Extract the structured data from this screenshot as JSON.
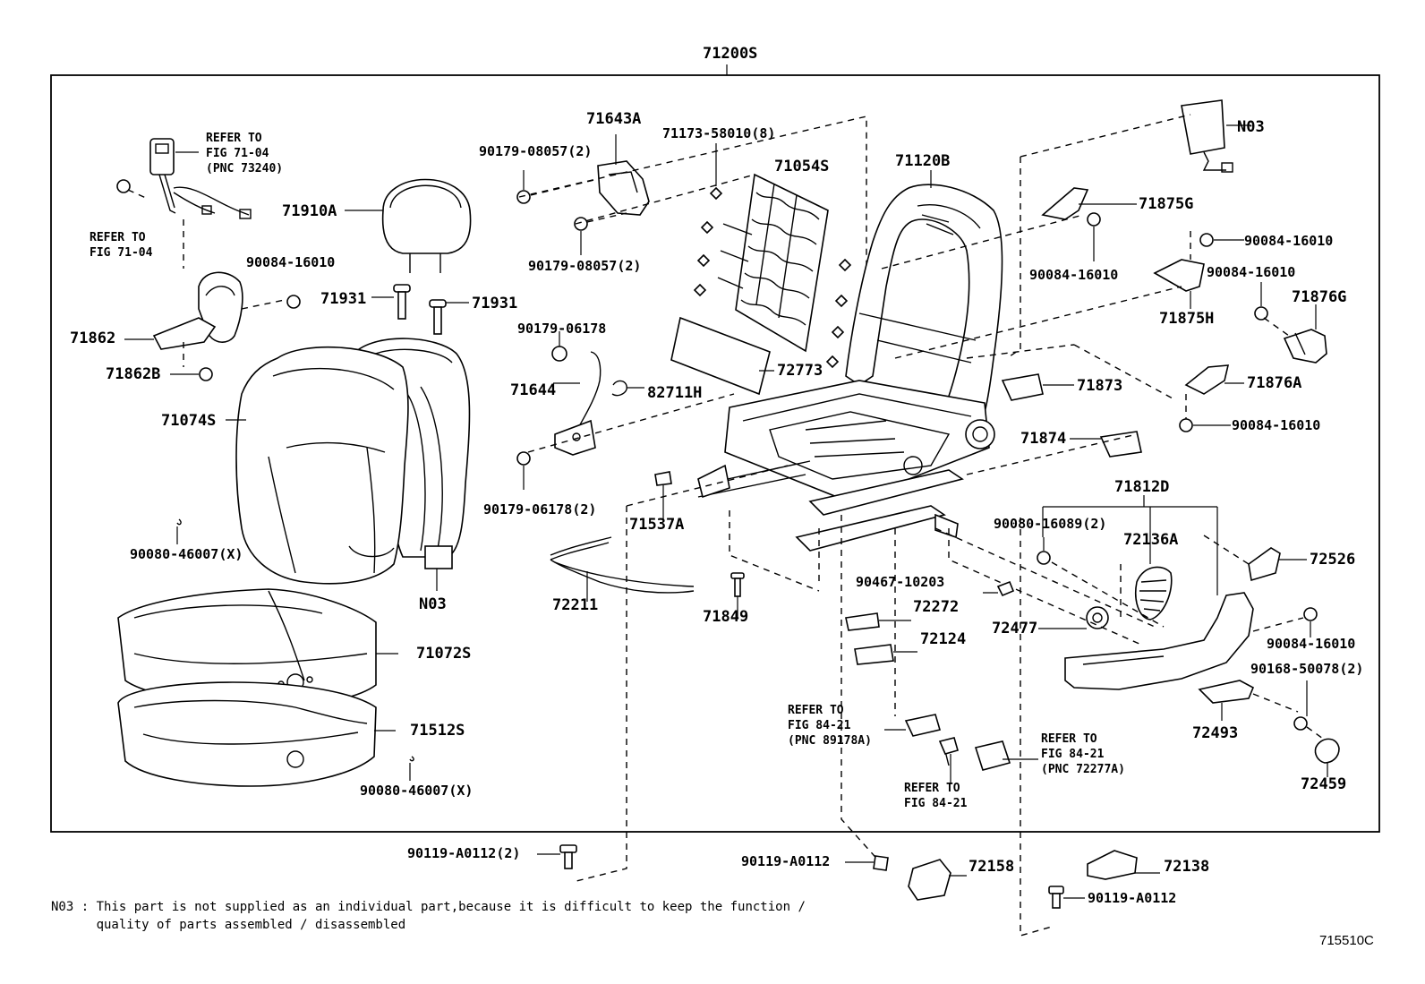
{
  "assembly_label": "71200S",
  "parts": {
    "p71643A": "71643A",
    "p90179_08057_2a": "90179-08057(2)",
    "p90179_08057_2b": "90179-08057(2)",
    "p71173": "71173-58010(8)",
    "p71054S": "71054S",
    "p71120B": "71120B",
    "pN03_top": "N03",
    "p71875G": "71875G",
    "p90084_a": "90084-16010",
    "p90084_b": "90084-16010",
    "p90084_c": "90084-16010",
    "p90084_d": "90084-16010",
    "p90084_e": "90084-16010",
    "p90084_f": "90084-16010",
    "p71876G": "71876G",
    "p71875H": "71875H",
    "p71876A": "71876A",
    "p71873": "71873",
    "p71874": "71874",
    "p71812D": "71812D",
    "p72136A": "72136A",
    "p90080_16089": "90080-16089(2)",
    "p72526": "72526",
    "p72477": "72477",
    "p90168": "90168-50078(2)",
    "p72493": "72493",
    "p72459": "72459",
    "p71910A": "71910A",
    "p71931a": "71931",
    "p71931b": "71931",
    "p71862": "71862",
    "p71862B": "71862B",
    "p71074S": "71074S",
    "p90080_46007a": "90080-46007(X)",
    "p90080_46007b": "90080-46007(X)",
    "pN03_low": "N03",
    "p71072S": "71072S",
    "p71512S": "71512S",
    "p90179_06178": "90179-06178",
    "p71644": "71644",
    "p82711H": "82711H",
    "p90179_06178_2": "90179-06178(2)",
    "p71537A": "71537A",
    "p72773": "72773",
    "p72211": "72211",
    "p71849": "71849",
    "p90467": "90467-10203",
    "p72272": "72272",
    "p72124": "72124",
    "p90119_A0112_2": "90119-A0112(2)",
    "p90119_A0112_a": "90119-A0112",
    "p90119_A0112_b": "90119-A0112",
    "p72158": "72158",
    "p72138": "72138"
  },
  "refs": {
    "r_belt": "REFER TO\nFIG 71-04\n(PNC 73240)",
    "r_belt2": "REFER TO\nFIG 71-04",
    "r_8421a": "REFER TO\nFIG 84-21\n(PNC 89178A)",
    "r_8421b": "REFER TO\nFIG 84-21",
    "r_8421c": "REFER TO\nFIG 84-21\n(PNC 72277A)"
  },
  "note": "N03 : This part is not supplied as an individual part,because it is difficult to keep the function /\n      quality of parts assembled / disassembled",
  "diagram_code": "715510C"
}
